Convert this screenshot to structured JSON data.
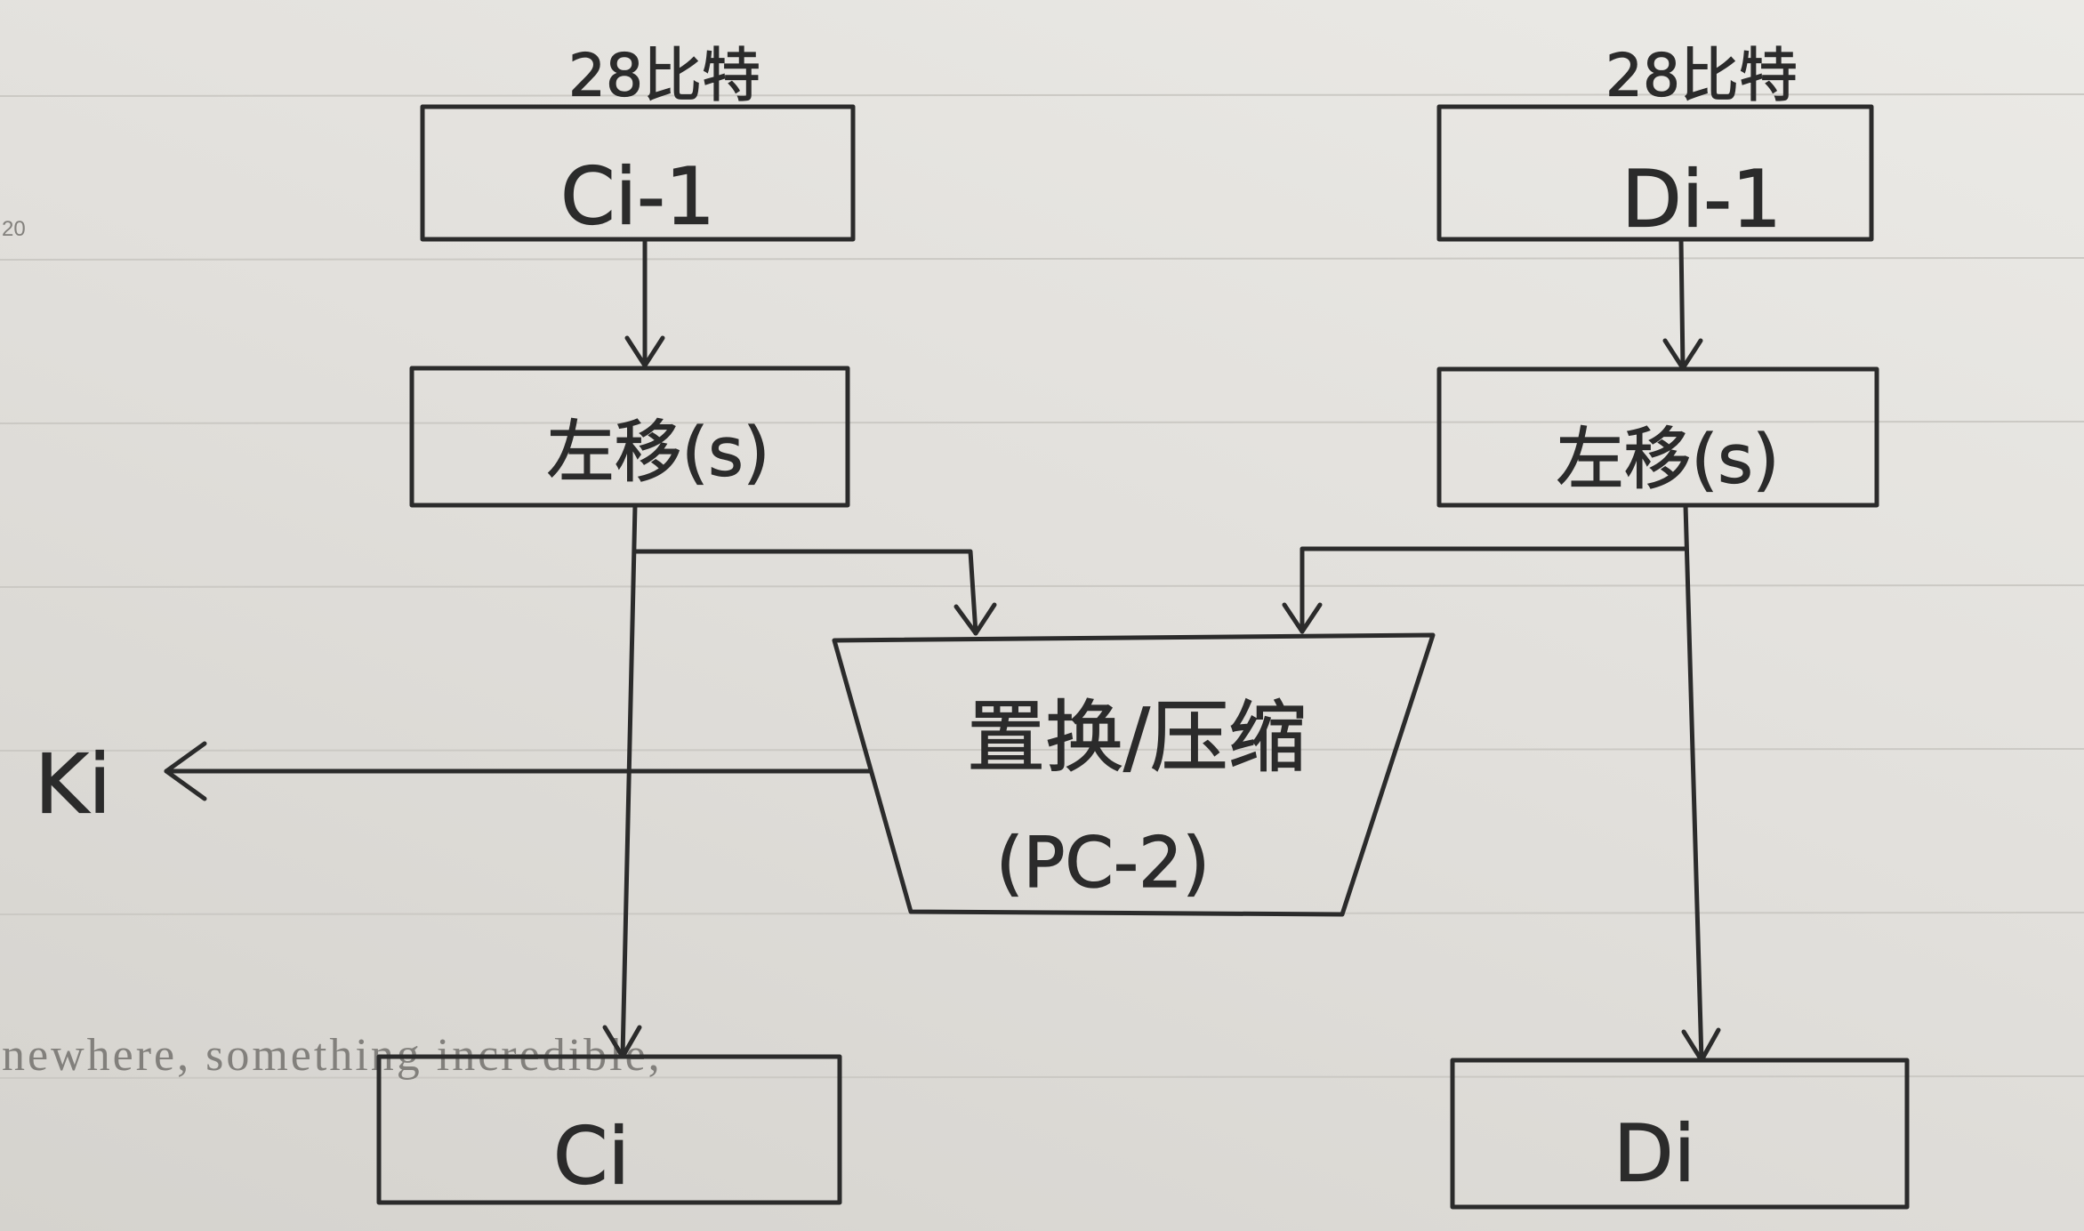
{
  "diagram": {
    "c_input": {
      "bits_label": "28比特",
      "label": "Ci-1"
    },
    "d_input": {
      "bits_label": "28比特",
      "label": "Di-1"
    },
    "c_shift": {
      "label": "左移(s)"
    },
    "d_shift": {
      "label": "左移(s)"
    },
    "permutation": {
      "line1": "置换/压缩",
      "line2": "(PC-2)"
    },
    "subkey": {
      "label": "Ki"
    },
    "c_output": {
      "label": "Ci"
    },
    "d_output": {
      "label": "Di"
    }
  },
  "paper": {
    "page_number": "20",
    "printed_text": "newhere, something incredible,"
  },
  "colors": {
    "ink": "#2b2b2b",
    "paper_light": "#ebeae6",
    "paper_dark": "#d5d3ce",
    "rule_line": "#cbc9c4",
    "print": "#82807c"
  }
}
